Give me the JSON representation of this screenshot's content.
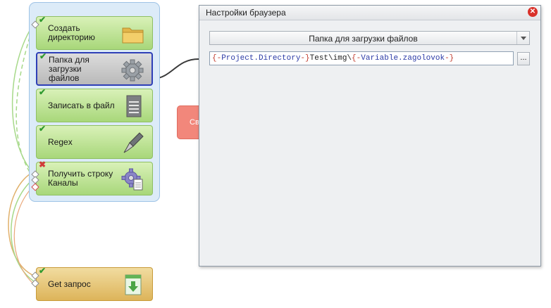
{
  "canvas": {
    "nodes": [
      {
        "label": "Создать\nдиректорию",
        "status": "ok",
        "icon": "folder-icon"
      },
      {
        "label": "Папка для загрузки\nфайлов",
        "status": "ok",
        "icon": "gear-icon",
        "selected": true
      },
      {
        "label": "Записать в файл",
        "status": "ok",
        "icon": "document-icon"
      },
      {
        "label": "Regex",
        "status": "ok",
        "icon": "pen-nib-icon"
      },
      {
        "label": "Получить строку\nКаналы",
        "status": "error",
        "icon": "gear-document-icon"
      },
      {
        "label": "Get запрос",
        "status": "ok",
        "icon": "download-icon"
      }
    ],
    "partial_node_label": "Св"
  },
  "dialog": {
    "title": "Настройки браузера",
    "select_value": "Папка для загрузки файлов",
    "path": {
      "seg1": "{-",
      "seg2": "Project.Directory",
      "seg3": "-}",
      "seg4": "Test\\img\\",
      "seg5": "{-",
      "seg6": "Variable.zagolovok",
      "seg7": "-}"
    },
    "browse_label": "..."
  },
  "colors": {
    "node_green": "#a8d77a",
    "node_selected_border": "#2e3fb7",
    "node_get": "#ddb45a",
    "close_red": "#d9312a",
    "token_blue": "#2b3aa6",
    "token_brace": "#c0392b"
  }
}
